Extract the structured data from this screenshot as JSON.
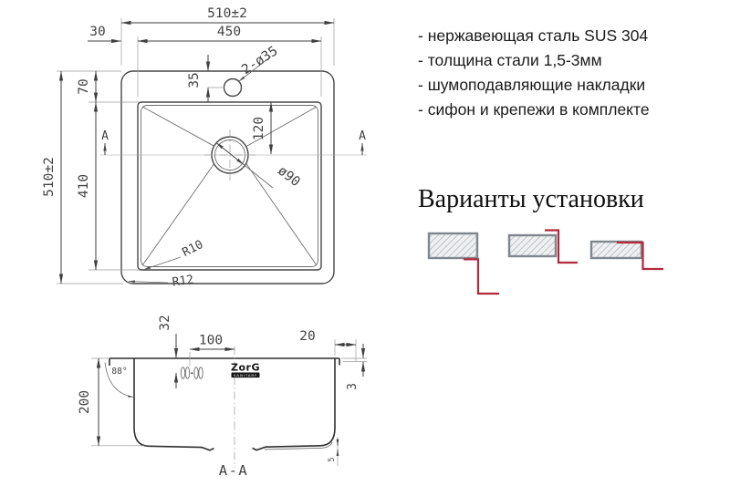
{
  "specs": {
    "items": [
      "- нержавеющая сталь SUS 304",
      "- толщина стали 1,5-3мм",
      "- шумоподавляющие накладки",
      "- сифон и крепежи в комплекте"
    ]
  },
  "installation": {
    "title": "Варианты установки",
    "accent_color": "#b5293c"
  },
  "top_view": {
    "width_total": "510±2",
    "bowl_width": "450",
    "edge_offset": "30",
    "hole_offset": "35",
    "holes_label": "2-ø35",
    "top_margin": "70",
    "height_total": "510±2",
    "bowl_height": "410",
    "drain_offset": "120",
    "drain_diameter": "ø90",
    "inner_radius": "R10",
    "outer_radius": "R12",
    "section_marker": "A"
  },
  "section_view": {
    "depth": "200",
    "angle": "88°",
    "hole_depth": "32",
    "drain_center_offset": "100",
    "rim_width": "20",
    "rim_thickness": "3",
    "bottom_channel": "5",
    "label": "A-A",
    "logo": "ZorG",
    "logo_sub": "SANITARY"
  }
}
